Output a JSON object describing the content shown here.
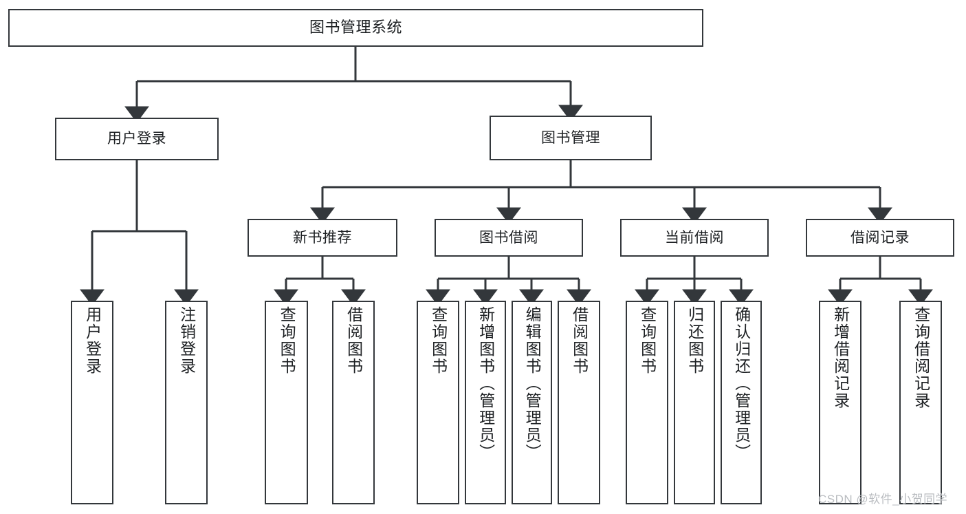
{
  "diagram": {
    "type": "tree-hierarchy-chart",
    "title": "图书管理系统",
    "stroke_color": "#33373b",
    "background_color": "#ffffff",
    "text_color": "#1d2023",
    "watermark": "CSDN @软件_小贺同学",
    "root": {
      "label": "图书管理系统"
    },
    "level2": [
      {
        "label": "用户登录"
      },
      {
        "label": "图书管理"
      }
    ],
    "level3": [
      {
        "label": "新书推荐"
      },
      {
        "label": "图书借阅"
      },
      {
        "label": "当前借阅"
      },
      {
        "label": "借阅记录"
      }
    ],
    "leaves": {
      "user_login": [
        {
          "label": "用户登录"
        },
        {
          "label": "注销登录"
        }
      ],
      "new_book_recommend": [
        {
          "label": "查询图书"
        },
        {
          "label": "借阅图书"
        }
      ],
      "book_borrow": [
        {
          "label": "查询图书"
        },
        {
          "label": "新增图书（管理员）"
        },
        {
          "label": "编辑图书（管理员）"
        },
        {
          "label": "借阅图书"
        }
      ],
      "current_borrow": [
        {
          "label": "查询图书"
        },
        {
          "label": "归还图书"
        },
        {
          "label": "确认归还（管理员）"
        }
      ],
      "borrow_records": [
        {
          "label": "新增借阅记录"
        },
        {
          "label": "查询借阅记录"
        }
      ]
    }
  }
}
